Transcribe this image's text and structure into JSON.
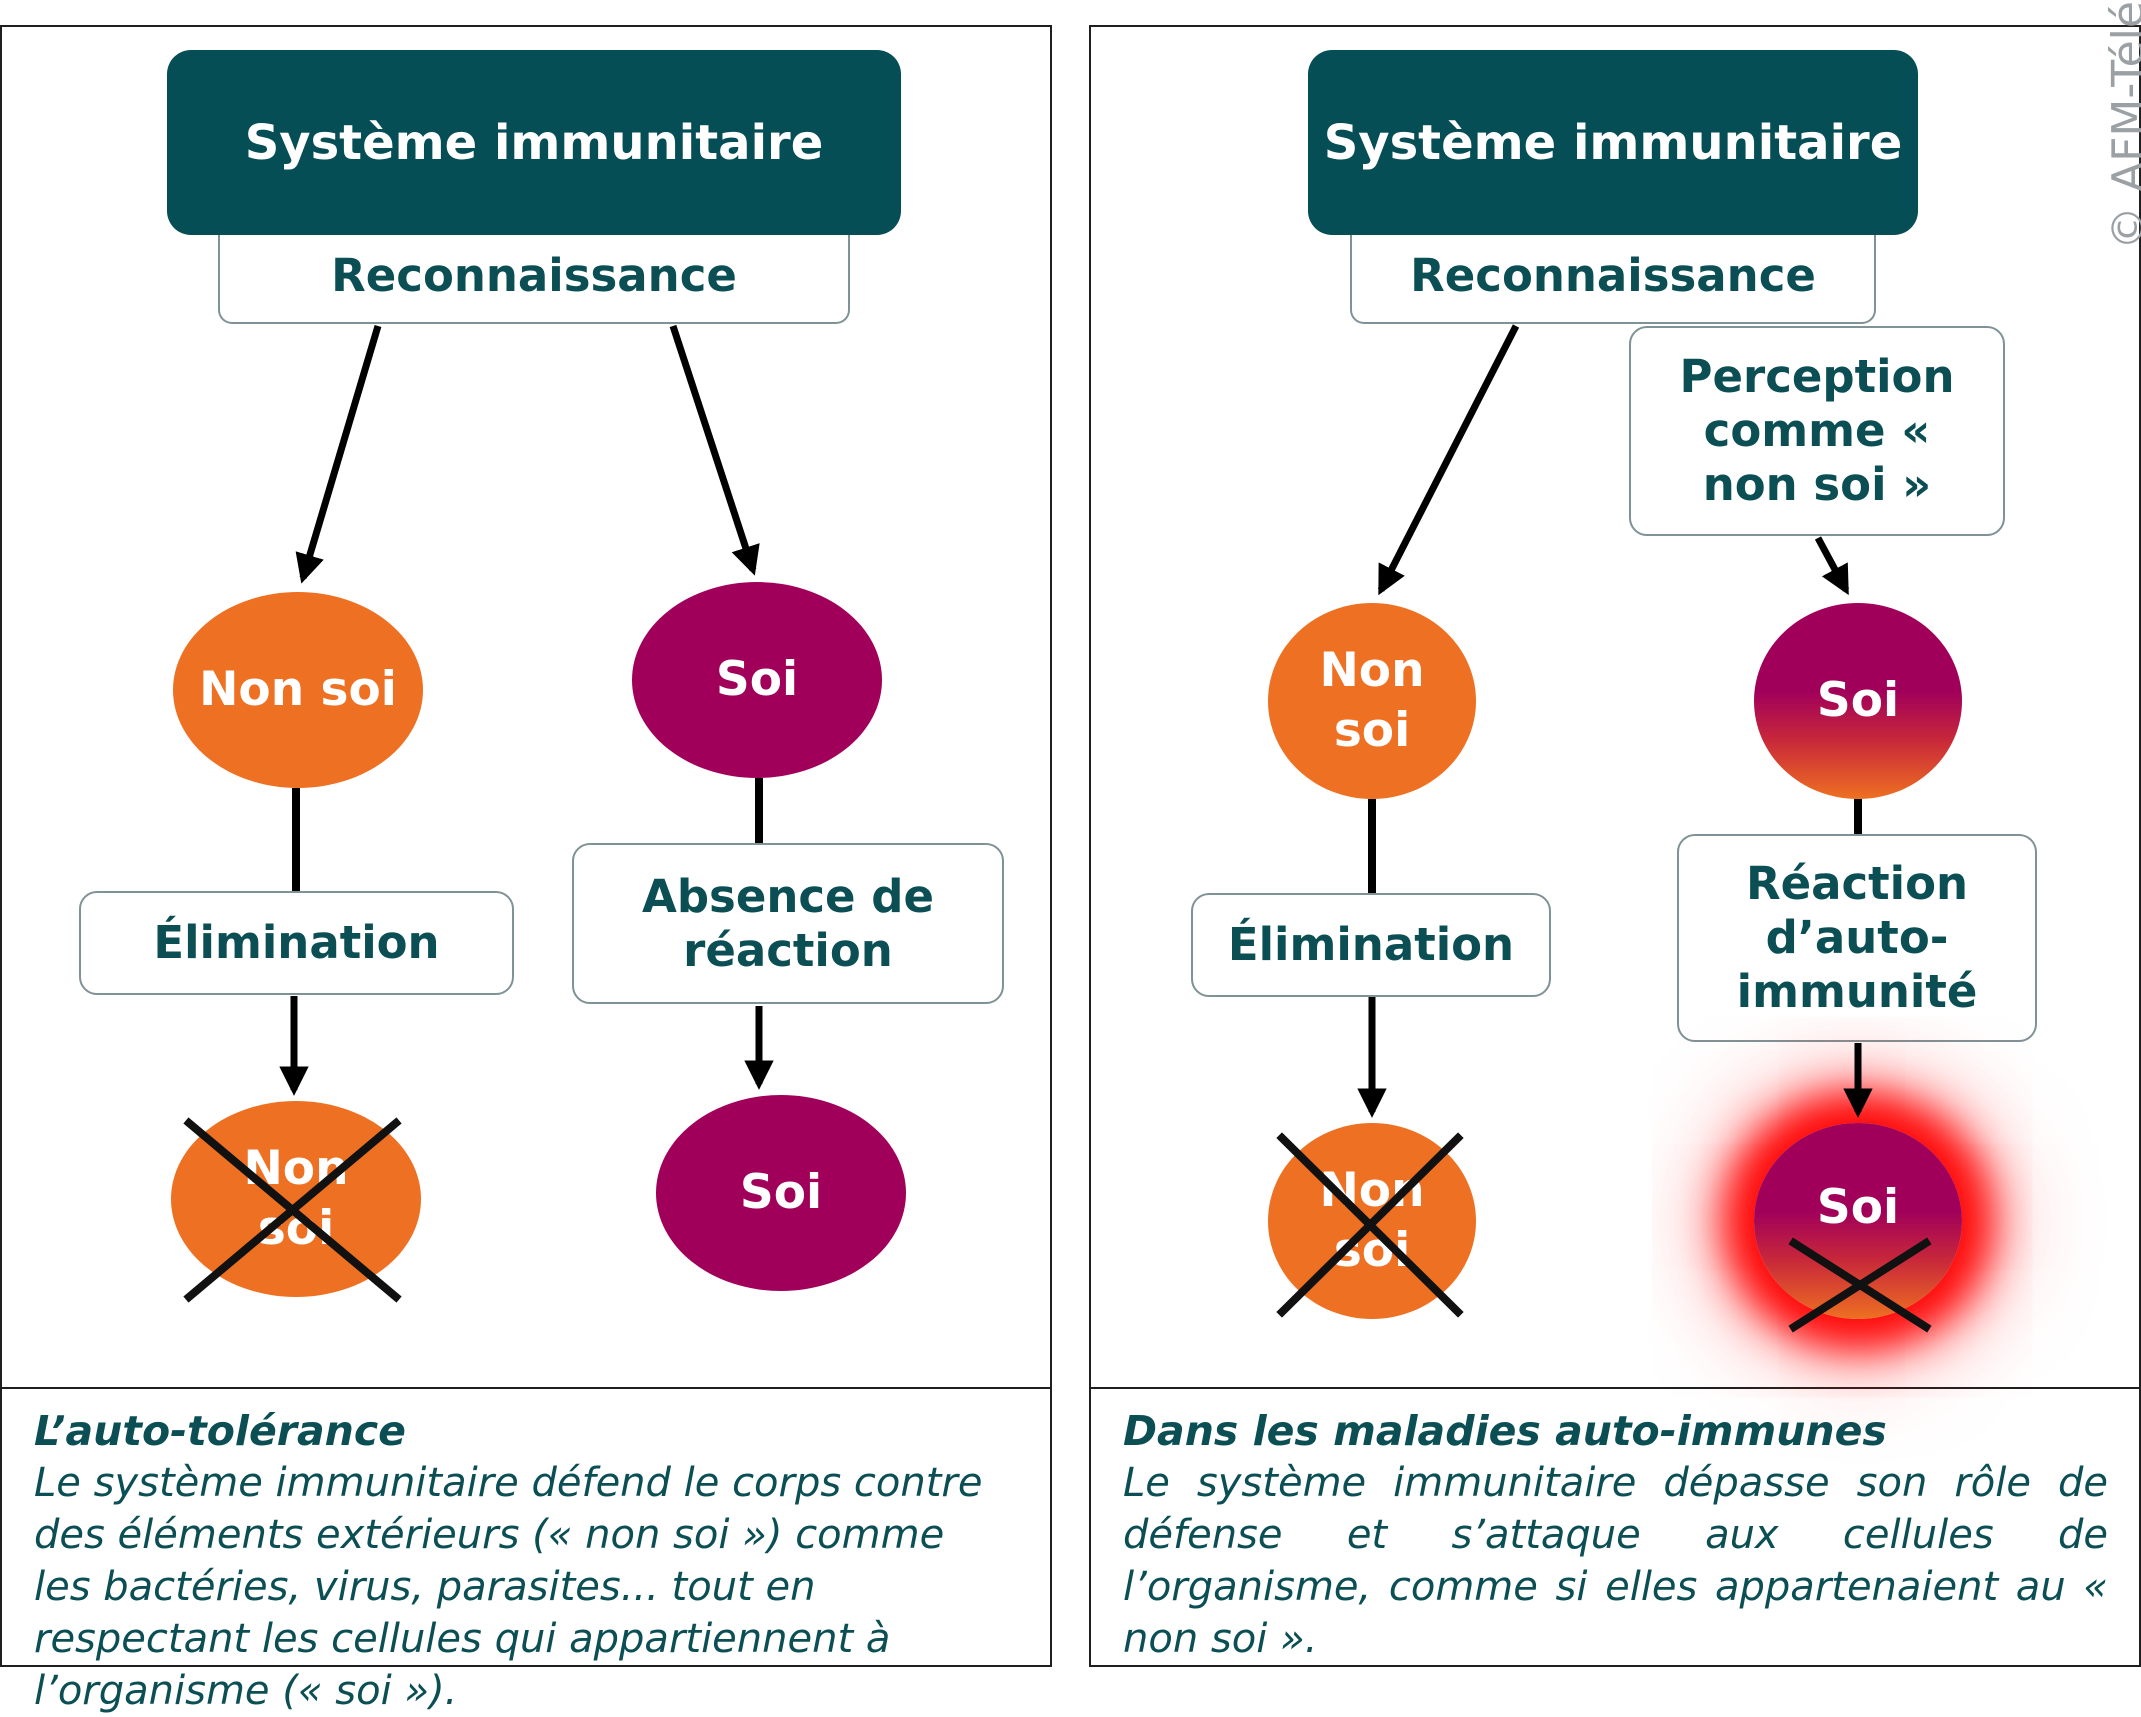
{
  "left": {
    "header": "Système immunitaire",
    "recognition": "Reconnaissance",
    "node_non_soi": "Non soi",
    "node_soi": "Soi",
    "elimination": "Élimination",
    "absence": "Absence de réaction",
    "result_non_soi": "Non soi",
    "result_soi": "Soi",
    "caption_title": "L’auto-tolérance",
    "caption_text": "Le système immunitaire défend le corps contre des éléments extérieurs (« non soi ») comme les bactéries, virus, parasites... tout en respectant les cellules qui appartiennent à l’organisme (« soi »)."
  },
  "right": {
    "header": "Système immunitaire",
    "recognition": "Reconnaissance",
    "perception": "Perception comme « non soi »",
    "node_non_soi": "Non soi",
    "node_soi": "Soi",
    "elimination": "Élimination",
    "reaction": "Réaction d’auto-immunité",
    "result_non_soi": "Non soi",
    "result_soi": "Soi",
    "caption_title": "Dans les maladies auto-immunes",
    "caption_text": "Le système immunitaire dépasse son rôle de défense et s’attaque aux cellules de l’organisme, comme si elles appartenaient au « non soi »."
  },
  "watermark": "© AFM-Téléthon",
  "colors": {
    "header_teal": "#064e55",
    "text_teal": "#0b4f55",
    "non_soi_orange": "#ee7022",
    "soi_purple": "#a0005a",
    "glow_red": "#ff0000"
  }
}
